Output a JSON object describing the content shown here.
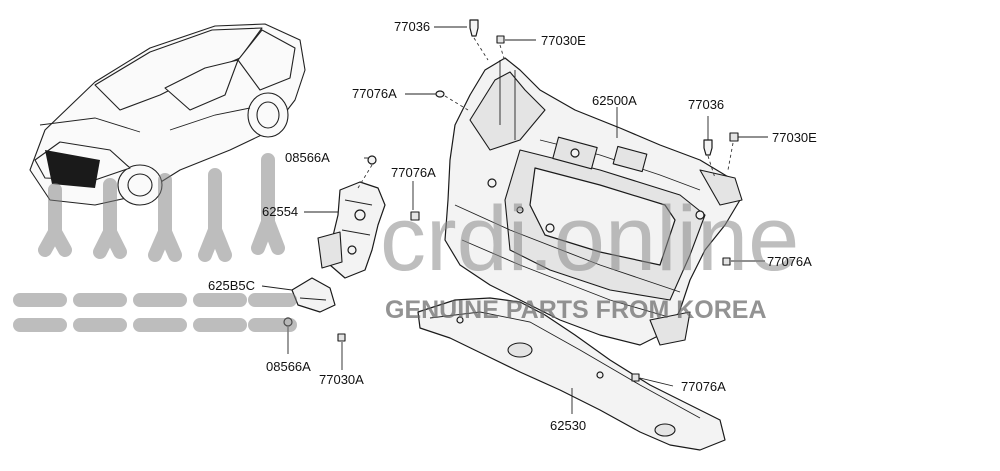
{
  "diagram": {
    "part_labels": [
      {
        "id": "p77036a",
        "text": "77036"
      },
      {
        "id": "p77030ea",
        "text": "77030E"
      },
      {
        "id": "p77076aa",
        "text": "77076A"
      },
      {
        "id": "p62500a",
        "text": "62500A"
      },
      {
        "id": "p77036b",
        "text": "77036"
      },
      {
        "id": "p77030eb",
        "text": "77030E"
      },
      {
        "id": "p08566aa",
        "text": "08566A"
      },
      {
        "id": "p77076ab",
        "text": "77076A"
      },
      {
        "id": "p62554",
        "text": "62554"
      },
      {
        "id": "p77076ac",
        "text": "77076A"
      },
      {
        "id": "p625b5c",
        "text": "625B5C"
      },
      {
        "id": "p08566ab",
        "text": "08566A"
      },
      {
        "id": "p77030a",
        "text": "77030A"
      },
      {
        "id": "p77076ad",
        "text": "77076A"
      },
      {
        "id": "p62530",
        "text": "62530"
      }
    ]
  },
  "watermark": {
    "site": "crdi.online",
    "tagline": "GENUINE PARTS FROM KOREA"
  }
}
